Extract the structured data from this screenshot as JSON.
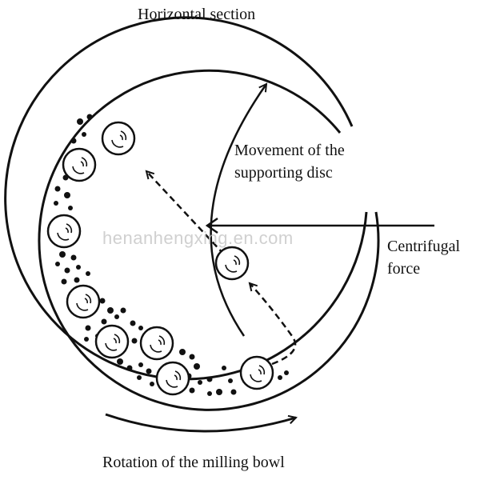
{
  "labels": {
    "title": "Horizontal section",
    "disc_line1": "Movement of the",
    "disc_line2": "supporting disc",
    "force_line1": "Centrifugal",
    "force_line2": "force",
    "rotation": "Rotation of the milling bowl"
  },
  "watermark": "henanhengxing.en.com",
  "colors": {
    "ink": "#111111",
    "background": "#ffffff",
    "watermark": "#c8c8c8"
  }
}
